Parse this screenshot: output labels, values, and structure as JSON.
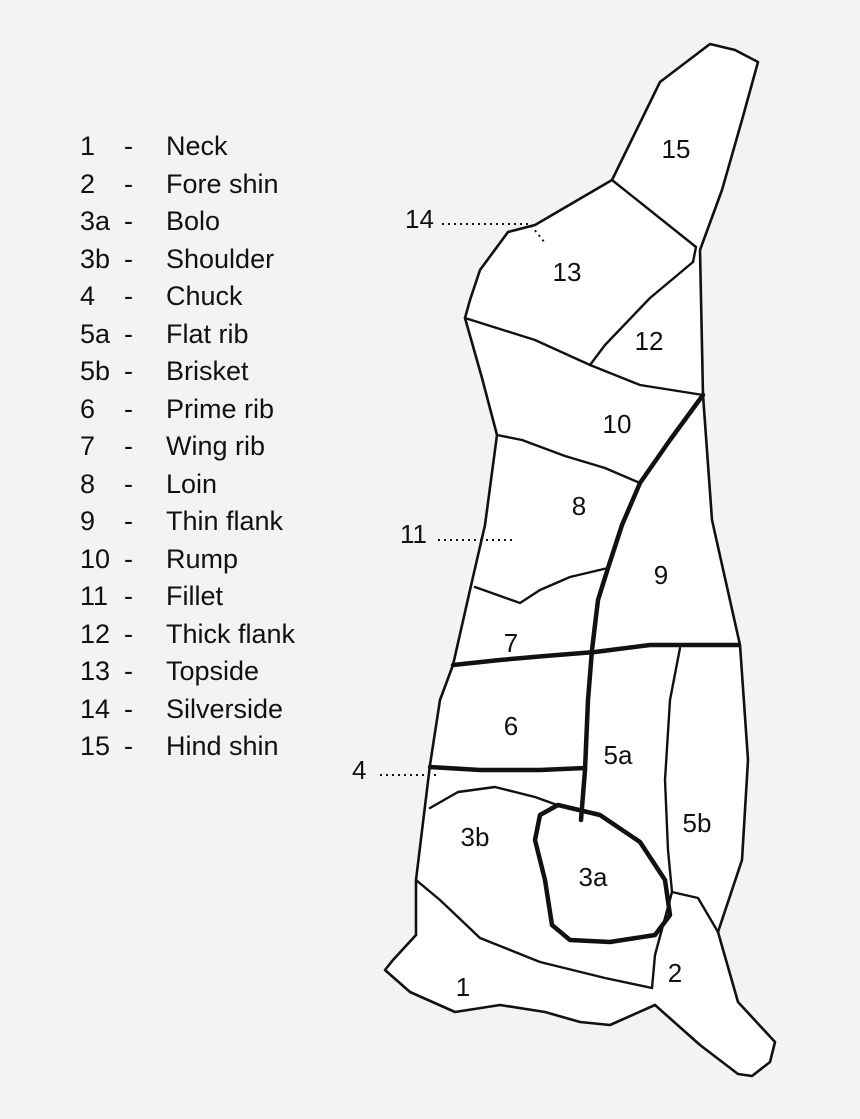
{
  "legend": [
    {
      "num": "1",
      "sep": "-",
      "name": "Neck"
    },
    {
      "num": "2",
      "sep": "-",
      "name": "Fore shin"
    },
    {
      "num": "3a",
      "sep": "-",
      "name": "Bolo"
    },
    {
      "num": "3b",
      "sep": "-",
      "name": "Shoulder"
    },
    {
      "num": "4",
      "sep": "-",
      "name": "Chuck"
    },
    {
      "num": "5a",
      "sep": "-",
      "name": "Flat rib"
    },
    {
      "num": "5b",
      "sep": "-",
      "name": "Brisket"
    },
    {
      "num": "6",
      "sep": "-",
      "name": "Prime rib"
    },
    {
      "num": "7",
      "sep": "-",
      "name": "Wing rib"
    },
    {
      "num": "8",
      "sep": "-",
      "name": "Loin"
    },
    {
      "num": "9",
      "sep": "-",
      "name": "Thin flank"
    },
    {
      "num": "10",
      "sep": "-",
      "name": "Rump"
    },
    {
      "num": "11",
      "sep": "-",
      "name": "Fillet"
    },
    {
      "num": "12",
      "sep": "-",
      "name": "Thick flank"
    },
    {
      "num": "13",
      "sep": "-",
      "name": "Topside"
    },
    {
      "num": "14",
      "sep": "-",
      "name": "Silverside"
    },
    {
      "num": "15",
      "sep": "-",
      "name": "Hind shin"
    }
  ],
  "regions": {
    "r1": "1",
    "r2": "2",
    "r3a": "3a",
    "r3b": "3b",
    "r5a": "5a",
    "r5b": "5b",
    "r6": "6",
    "r7": "7",
    "r8": "8",
    "r9": "9",
    "r10": "10",
    "r12": "12",
    "r13": "13",
    "r15": "15"
  },
  "callouts": {
    "c4": "4",
    "c11": "11",
    "c14": "14"
  }
}
